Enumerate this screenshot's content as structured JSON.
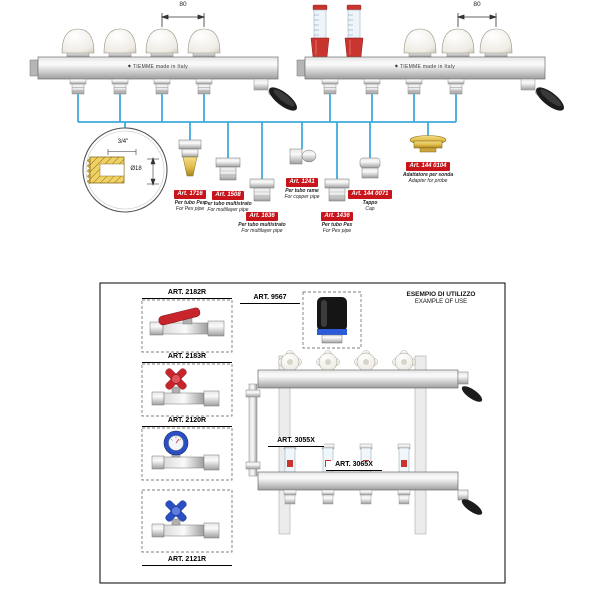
{
  "colors": {
    "pipe_blue": "#3fa9dc",
    "label_red": "#c8151b",
    "valve_red": "#c8242b",
    "valve_blue": "#2a4fc4",
    "brass_yellow": "#e3c04e",
    "flowmeter_red": "#c8342e"
  },
  "top_diagram": {
    "left_manifold": {
      "dimension_mm": "80",
      "brand": "TIEMME made in Italy"
    },
    "right_manifold": {
      "dimension_mm": "80",
      "brand": "TIEMME made in Italy"
    },
    "detail_view": {
      "thread_size": "3/4\"",
      "diameter": "Ø18"
    },
    "fittings": [
      {
        "art": "Art. 1716",
        "caption_it": "Per tubo Pex",
        "caption_en": "For Pex pipe"
      },
      {
        "art": "Art. 1508",
        "caption_it": "Per tubo multistrato",
        "caption_en": "For multilayer pipe"
      },
      {
        "art": "Art. 1636",
        "caption_it": "Per tubo multistrato",
        "caption_en": "For multilayer pipe"
      },
      {
        "art": "Art. 1241",
        "caption_it": "Per tubo rame",
        "caption_en": "For copper pipe"
      },
      {
        "art": "Art. 1436",
        "caption_it": "Per tubo Pex",
        "caption_en": "For Pex pipe"
      },
      {
        "art": "Art. 144 0071",
        "caption_it": "Tappo",
        "caption_en": "Cap"
      },
      {
        "art": "Art. 144 0104",
        "caption_it": "Adattatore per sonda",
        "caption_en": "Adapter for probe"
      }
    ]
  },
  "bottom_panel": {
    "valves": [
      {
        "art": "ART. 2182R"
      },
      {
        "art": "ART. 2183R"
      },
      {
        "art": "ART. 2120R"
      },
      {
        "art": "ART. 2121R"
      }
    ],
    "actuator": {
      "art": "ART. 9567"
    },
    "example": {
      "title_it": "ESEMPIO DI UTILIZZO",
      "title_en": "EXAMPLE OF USE"
    },
    "manifolds": [
      {
        "art": "ART. 3055X"
      },
      {
        "art": "ART. 3065X"
      }
    ]
  }
}
